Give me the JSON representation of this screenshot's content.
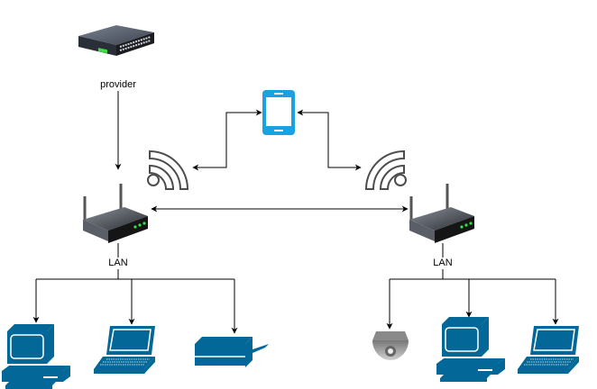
{
  "diagram": {
    "title": "Home network with provider, two wireless routers, phone and LAN devices",
    "colors": {
      "device_blue": "#036897",
      "phone_blue": "#1BA1E2",
      "edge": "#000000",
      "wifi_stroke": "#4D4D4D"
    },
    "nodes": [
      {
        "id": "provider",
        "type": "switch-icon",
        "label": "provider"
      },
      {
        "id": "router-left",
        "type": "wireless-router-icon",
        "label": "LAN"
      },
      {
        "id": "router-right",
        "type": "wireless-router-icon",
        "label": "LAN"
      },
      {
        "id": "phone",
        "type": "smartphone-icon",
        "label": ""
      },
      {
        "id": "wifi-left",
        "type": "wifi-icon",
        "label": ""
      },
      {
        "id": "wifi-right",
        "type": "wifi-icon",
        "label": ""
      },
      {
        "id": "pc-left",
        "type": "desktop-pc-icon",
        "label": ""
      },
      {
        "id": "laptop-left",
        "type": "laptop-icon",
        "label": ""
      },
      {
        "id": "printer",
        "type": "printer-icon",
        "label": ""
      },
      {
        "id": "camera",
        "type": "security-camera-icon",
        "label": ""
      },
      {
        "id": "pc-right",
        "type": "desktop-pc-icon",
        "label": ""
      },
      {
        "id": "laptop-right",
        "type": "laptop-icon",
        "label": ""
      }
    ],
    "edges": [
      {
        "from": "provider",
        "to": "router-left",
        "arrows": "end"
      },
      {
        "from": "phone",
        "to": "wifi-left",
        "arrows": "both"
      },
      {
        "from": "phone",
        "to": "wifi-right",
        "arrows": "both"
      },
      {
        "from": "router-left",
        "to": "router-right",
        "arrows": "both"
      },
      {
        "from": "router-left",
        "to": "pc-left",
        "arrows": "end"
      },
      {
        "from": "router-left",
        "to": "laptop-left",
        "arrows": "end"
      },
      {
        "from": "router-left",
        "to": "printer",
        "arrows": "end"
      },
      {
        "from": "router-right",
        "to": "camera",
        "arrows": "end"
      },
      {
        "from": "router-right",
        "to": "pc-right",
        "arrows": "end"
      },
      {
        "from": "router-right",
        "to": "laptop-right",
        "arrows": "end"
      }
    ]
  }
}
